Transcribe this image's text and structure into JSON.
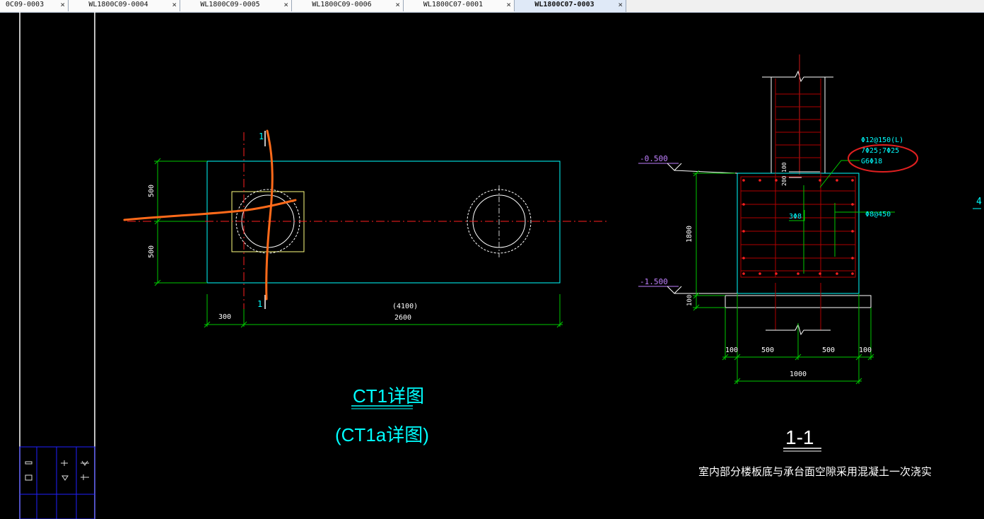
{
  "tabs": [
    {
      "label": "0C09-0003",
      "active": false
    },
    {
      "label": "WL1800C09-0004",
      "active": false
    },
    {
      "label": "WL1800C09-0005",
      "active": false
    },
    {
      "label": "WL1800C09-0006",
      "active": false
    },
    {
      "label": "WL1800C07-0001",
      "active": false
    },
    {
      "label": "WL1800C07-0003",
      "active": true
    }
  ],
  "tab_close_glyph": "×",
  "plan": {
    "section_mark_top": "1",
    "section_mark_bottom": "1",
    "dim_500_top": "500",
    "dim_500_bottom": "500",
    "dim_300": "300",
    "dim_4100": "(4100)",
    "dim_2600": "2600",
    "title": "CT1详图",
    "subtitle": "(CT1a详图)"
  },
  "section": {
    "elev_top": "-0.500",
    "elev_bottom": "-1.500",
    "dim_1800": "1800",
    "dim_100_left": "100",
    "dim_100": "100",
    "dim_200": "200",
    "rebar_a": "Φ12@150(L)",
    "rebar_b": "7Φ25;7Φ25",
    "rebar_c": "G6Φ18",
    "rebar_d": "3Φ8",
    "rebar_e": "Φ8@450",
    "dim_b100_l": "100",
    "dim_b500_l": "500",
    "dim_b500_r": "500",
    "dim_b100_r": "100",
    "dim_1000": "1000",
    "title": "1-1",
    "note": "室内部分楼板底与承台面空隙采用混凝土一次浇实"
  },
  "edge_mark": "4",
  "colors": {
    "cyan": "#00ffff",
    "green": "#00c800",
    "red": "#ff0000",
    "darkred": "#b00000",
    "yellow": "#ffff80",
    "magenta": "#c080ff",
    "white": "#ffffff",
    "orange": "#ff6a1a",
    "annotation_circle": "#e02020",
    "title_block_blue": "#2020ff"
  }
}
